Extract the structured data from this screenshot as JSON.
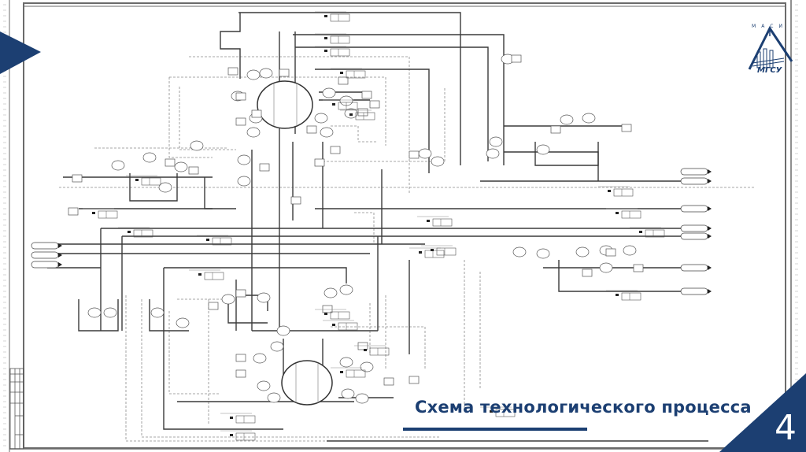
{
  "slide": {
    "title": "Схема технологического процесса",
    "page_number": "4",
    "accent_color": "#1c3f72",
    "logo": {
      "top_text": "МАСИ",
      "bottom_text": "МГСУ",
      "icon": "building-roof-logo-icon"
    }
  },
  "diagram": {
    "type": "process-flow-scheme",
    "description": "Technological process flow scheme (P&ID) with two circular reservoirs, pipelines, valves, instrumentation bubbles and line labels",
    "components": [
      {
        "name": "reservoir-upper",
        "kind": "vessel"
      },
      {
        "name": "reservoir-lower",
        "kind": "vessel"
      },
      {
        "name": "pump-unit-left",
        "kind": "pump"
      },
      {
        "name": "pump-unit-center",
        "kind": "pump"
      },
      {
        "name": "valve-group-right-upper",
        "kind": "valve-group"
      },
      {
        "name": "valve-group-right-lower",
        "kind": "valve-group"
      }
    ],
    "labels_legible": false
  }
}
